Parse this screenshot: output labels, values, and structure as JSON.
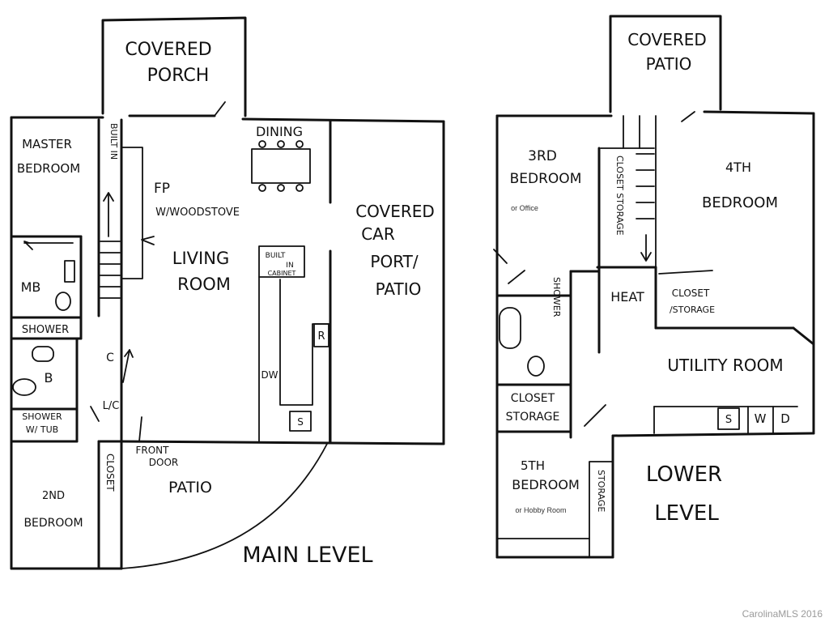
{
  "main_level": {
    "title": "MAIN LEVEL",
    "covered_porch": [
      "COVERED",
      "PORCH"
    ],
    "dining": "DINING",
    "master_bedroom": [
      "MASTER",
      "BEDROOM"
    ],
    "built_in_left": "BUILT IN",
    "fireplace": [
      "FP",
      "W/WOODSTOVE"
    ],
    "living_room": [
      "LIVING",
      "ROOM"
    ],
    "built_in_cabinet": [
      "BUILT",
      "IN",
      "CABINET"
    ],
    "covered_carport": [
      "COVERED",
      "CAR",
      "PORT/",
      "PATIO"
    ],
    "mb": "MB",
    "shower": "SHOWER",
    "b": "B",
    "shower_tub": [
      "SHOWER",
      "W/ TUB"
    ],
    "c": "C",
    "lc": "L/C",
    "closet": "CLOSET",
    "front_door": [
      "FRONT",
      "DOOR"
    ],
    "patio": "PATIO",
    "second_bedroom": [
      "2ND",
      "BEDROOM"
    ],
    "dw": "DW",
    "r": "R",
    "s": "S"
  },
  "lower_level": {
    "title": [
      "LOWER",
      "LEVEL"
    ],
    "covered_patio": [
      "COVERED",
      "PATIO"
    ],
    "third_bedroom": [
      "3RD",
      "BEDROOM"
    ],
    "third_bedroom_note": "or Office",
    "closet_storage_vertical": "CLOSET STORAGE",
    "fourth_bedroom": [
      "4TH",
      "BEDROOM"
    ],
    "shower": "SHOWER",
    "heat": "HEAT",
    "closet_storage": [
      "CLOSET",
      "/STORAGE"
    ],
    "utility_room": "UTILITY ROOM",
    "closet_storage_2": [
      "CLOSET",
      "STORAGE"
    ],
    "s": "S",
    "w": "W",
    "d": "D",
    "fifth_bedroom": [
      "5TH",
      "BEDROOM"
    ],
    "fifth_bedroom_note": "or Hobby Room",
    "storage": "STORAGE"
  },
  "watermark": "CarolinaMLS 2016"
}
